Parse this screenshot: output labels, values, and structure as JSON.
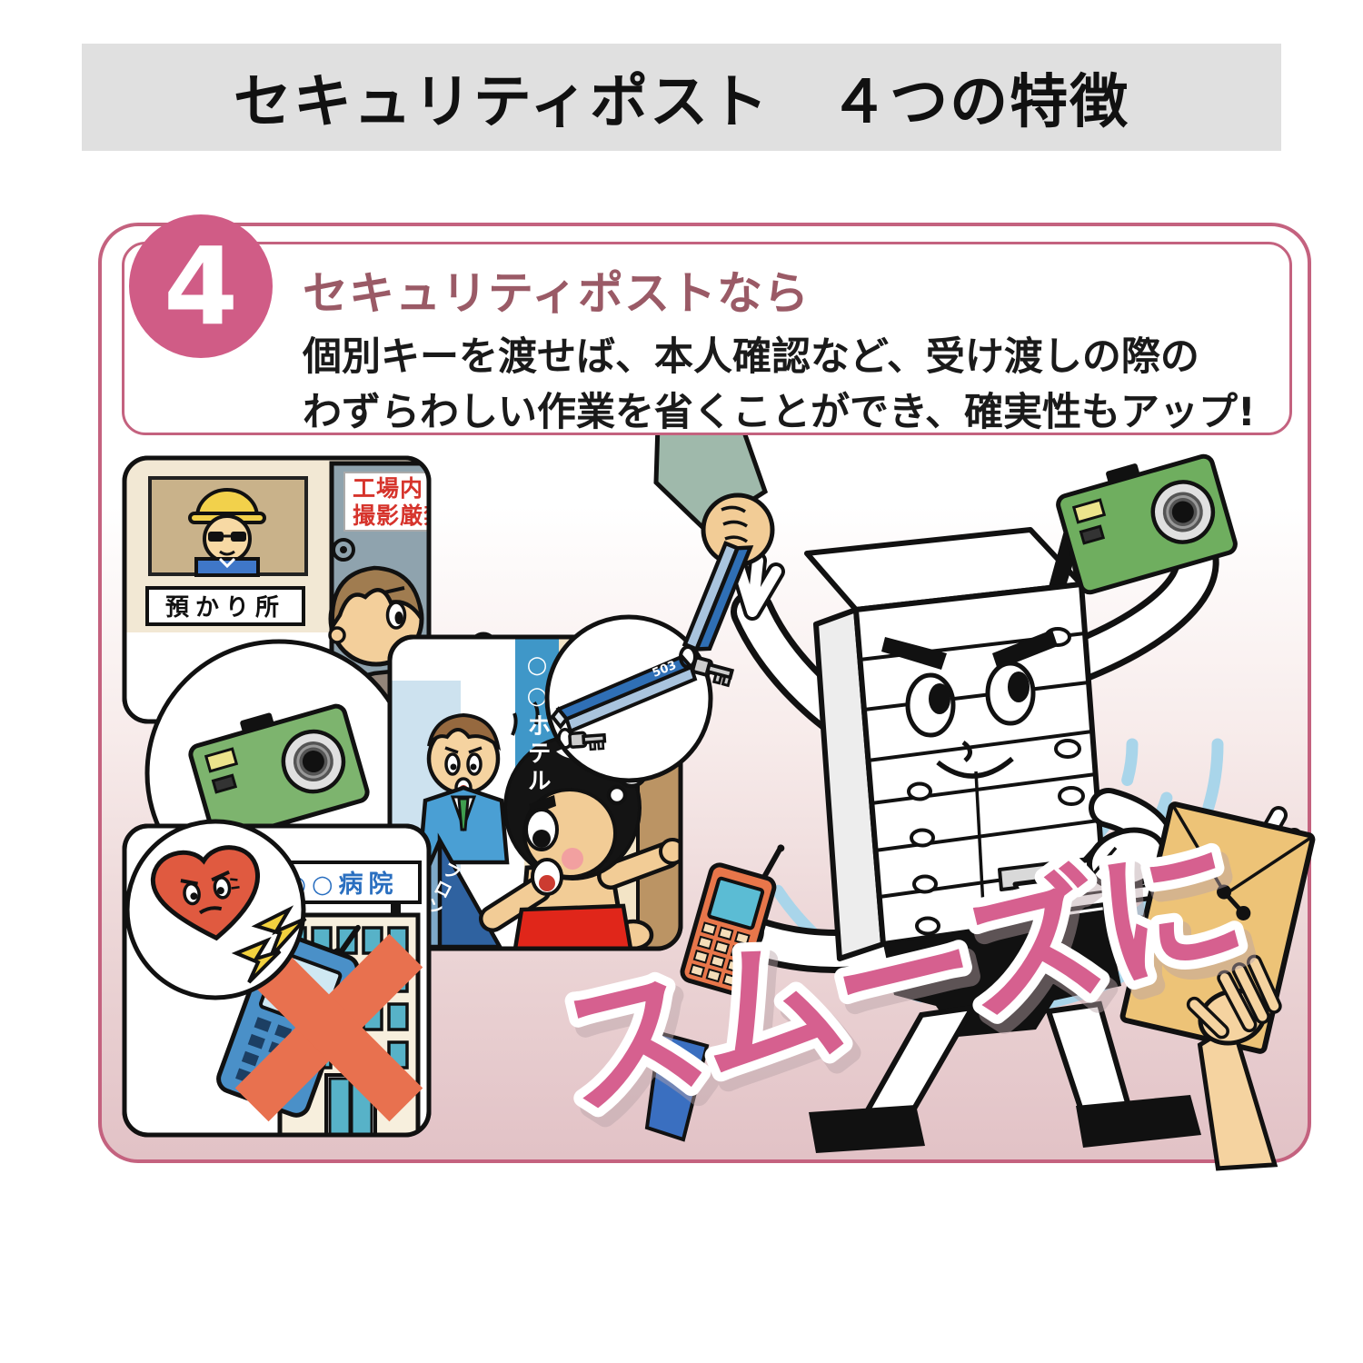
{
  "header": {
    "title": "セキュリティポスト　４つの特徴"
  },
  "feature_card": {
    "badge_number": "4",
    "heading": "セキュリティポストなら",
    "body_lines": [
      "個別キーを渡せば、本人確認など、受け渡しの際の",
      "わずらわしい作業を省くことができ、確実性もアップ!"
    ]
  },
  "scenes": {
    "factory": {
      "window_sign": "預かり所",
      "door_sign_line1": "工場内",
      "door_sign_line2": "撮影厳禁"
    },
    "hotel": {
      "banner_vertical": "○○ホテル",
      "desk_sign": "フロント",
      "key_tag_number": "503"
    },
    "hospital": {
      "building_sign": "○○病院"
    }
  },
  "mascot": {
    "caption": "スムーズに"
  },
  "colors": {
    "header_bg": "#e0e0e0",
    "card_border_pink": "#c4627f",
    "badge_pink": "#d05c86",
    "heading_maroon": "#9a5a66",
    "caption_pink": "#d6608f",
    "camera_green": "#7db46e",
    "key_blue": "#2f6fb5",
    "phone_orange": "#e8764a",
    "prohibit_red": "#d6342c",
    "cross_orange": "#e8714f",
    "heart_red": "#e05a40",
    "hospital_teal": "#57b2c8",
    "hotel_banner_blue": "#3f97c8",
    "swirl_blue": "#a9d5ea"
  }
}
